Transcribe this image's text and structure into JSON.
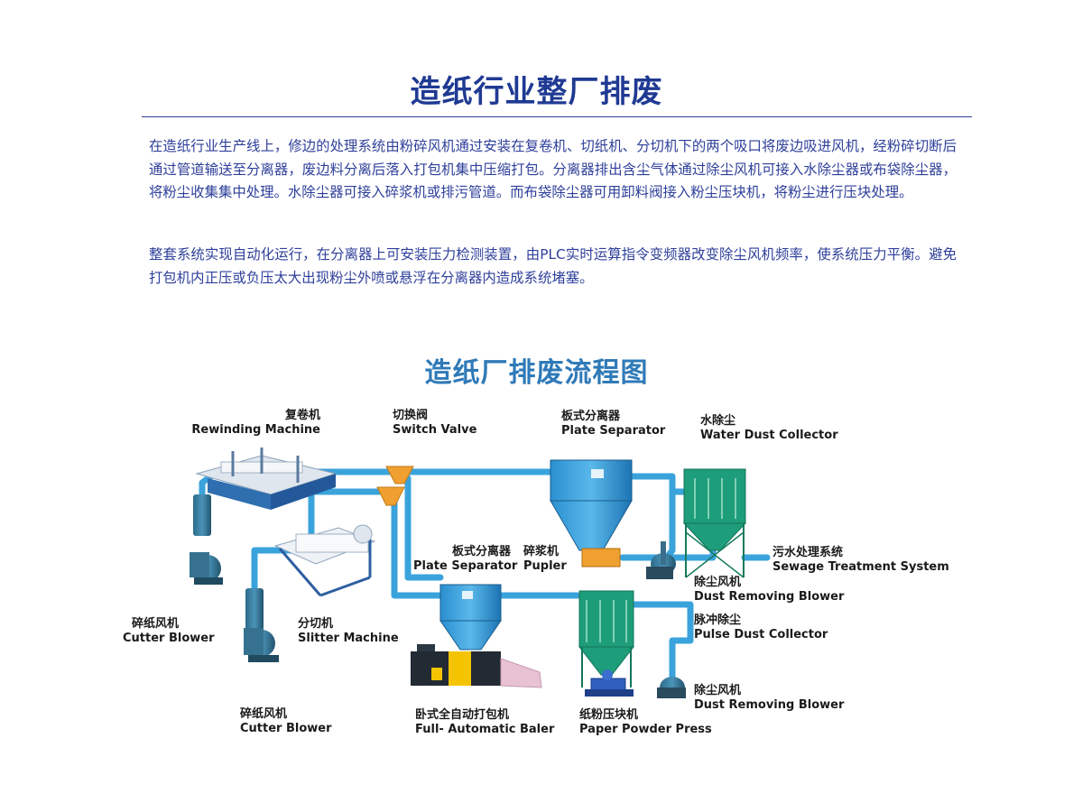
{
  "page": {
    "title": "造纸行业整厂排废",
    "paragraphs": [
      "在造纸行业生产线上，修边的处理系统由粉碎风机通过安装在复卷机、切纸机、分切机下的两个吸口将废边吸进风机，经粉碎切断后通过管道输送至分离器，废边料分离后落入打包机集中压缩打包。分离器排出含尘气体通过除尘风机可接入水除尘器或布袋除尘器，将粉尘收集集中处理。水除尘器可接入碎浆机或排污管道。而布袋除尘器可用卸料阀接入粉尘压块机，将粉尘进行压块处理。",
      "整套系统实现自动化运行，在分离器上可安装压力检测装置，由PLC实时运算指令变频器改变除尘风机频率，使系统压力平衡。避免打包机内正压或负压太大出现粉尘外喷或悬浮在分离器内造成系统堵塞。"
    ]
  },
  "diagram": {
    "title": "造纸厂排废流程图",
    "labels": {
      "rewinding": {
        "cn": "复卷机",
        "en": "Rewinding Machine"
      },
      "switch_valve": {
        "cn": "切换阀",
        "en": "Switch Valve"
      },
      "plate_sep_top": {
        "cn": "板式分离器",
        "en": "Plate Separator"
      },
      "water_dust": {
        "cn": "水除尘",
        "en": "Water Dust Collector"
      },
      "sewage": {
        "cn": "污水处理系统",
        "en": "Sewage Treatment System"
      },
      "blower_top": {
        "cn": "除尘风机",
        "en": "Dust Removing Blower"
      },
      "plate_sep_mid": {
        "cn": "板式分离器",
        "en": "Plate Separator"
      },
      "pupler": {
        "cn": "碎浆机",
        "en": "Pupler"
      },
      "pulse_dust": {
        "cn": "脉冲除尘",
        "en": "Pulse Dust Collector"
      },
      "cutter_left": {
        "cn": "碎纸风机",
        "en": "Cutter Blower"
      },
      "slitter": {
        "cn": "分切机",
        "en": "Slitter Machine"
      },
      "blower_bottom": {
        "cn": "除尘风机",
        "en": "Dust Removing Blower"
      },
      "cutter_bottom": {
        "cn": "碎纸风机",
        "en": "Cutter Blower"
      },
      "baler": {
        "cn": "卧式全自动打包机",
        "en": "Full- Automatic Baler"
      },
      "powder_press": {
        "cn": "纸粉压块机",
        "en": "Paper Powder Press"
      }
    },
    "colors": {
      "pipe": "#2d9fd8",
      "pipe_dark": "#1b6fa8",
      "tower": "#1e9d7a",
      "valve": "#f0a030",
      "baler": "#f5c400",
      "title": "#1f3a93",
      "text": "#2e3f9a"
    }
  }
}
